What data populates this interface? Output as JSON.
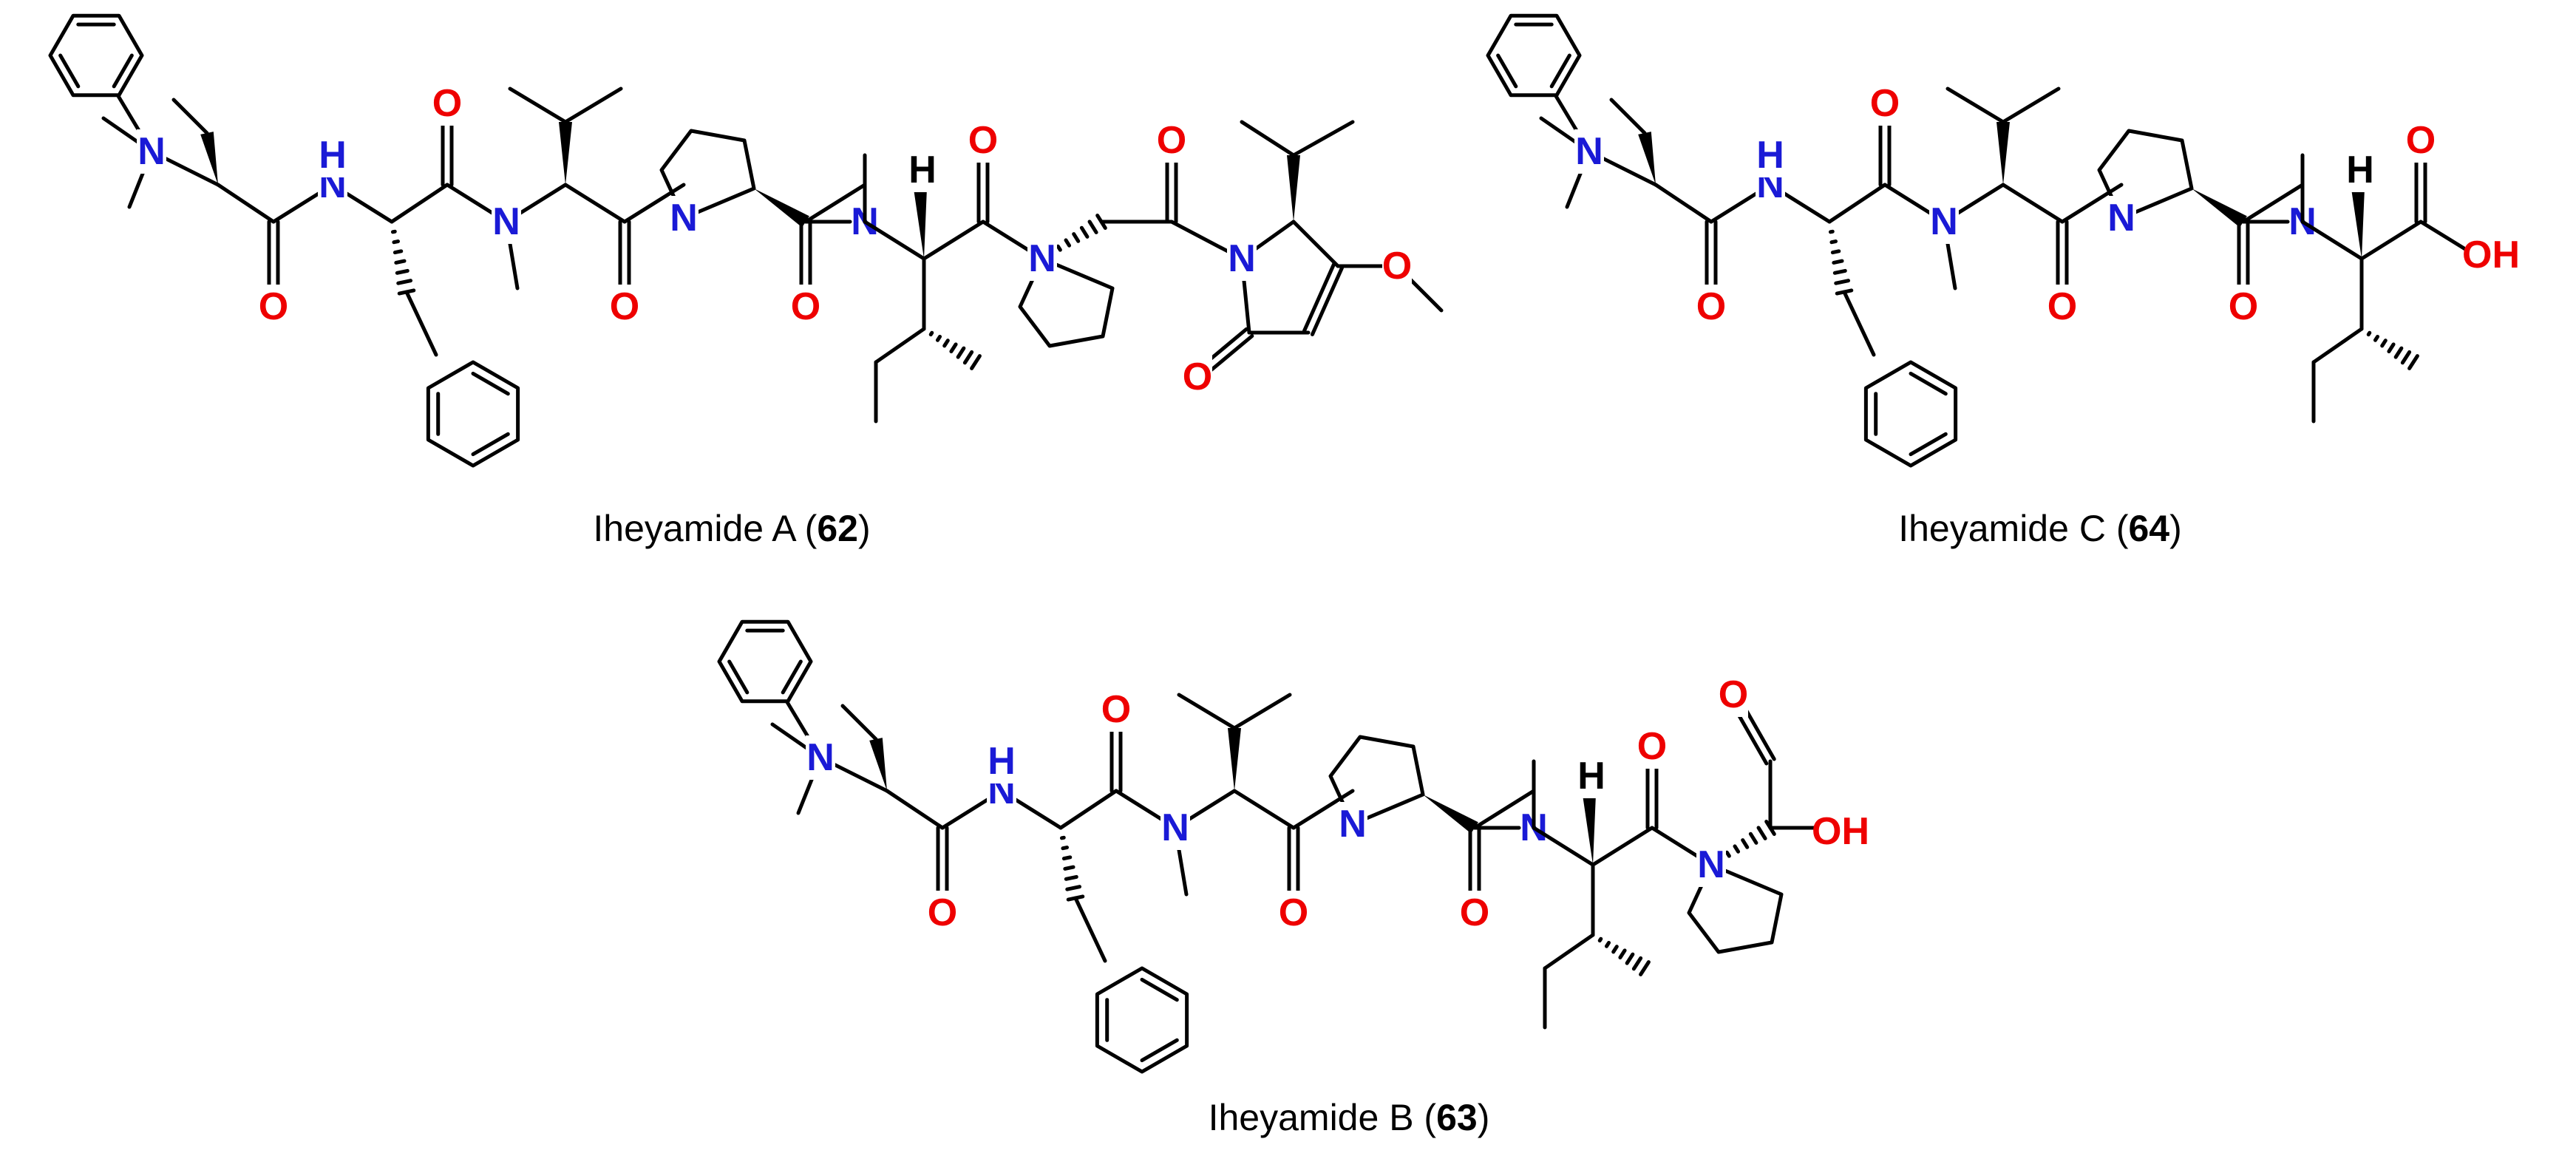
{
  "atom_colors": {
    "N": "#1a1ad6",
    "O": "#ee0000",
    "C": "#000000"
  },
  "atom_symbols": {
    "N": "N",
    "NH": "H",
    "O": "O",
    "OH": "OH",
    "H": "H"
  },
  "compounds": [
    {
      "name": "Iheyamide A (",
      "number": "62",
      "close": ")"
    },
    {
      "name": "Iheyamide C (",
      "number": "64",
      "close": ")"
    },
    {
      "name": "Iheyamide B (",
      "number": "63",
      "close": ")"
    }
  ]
}
